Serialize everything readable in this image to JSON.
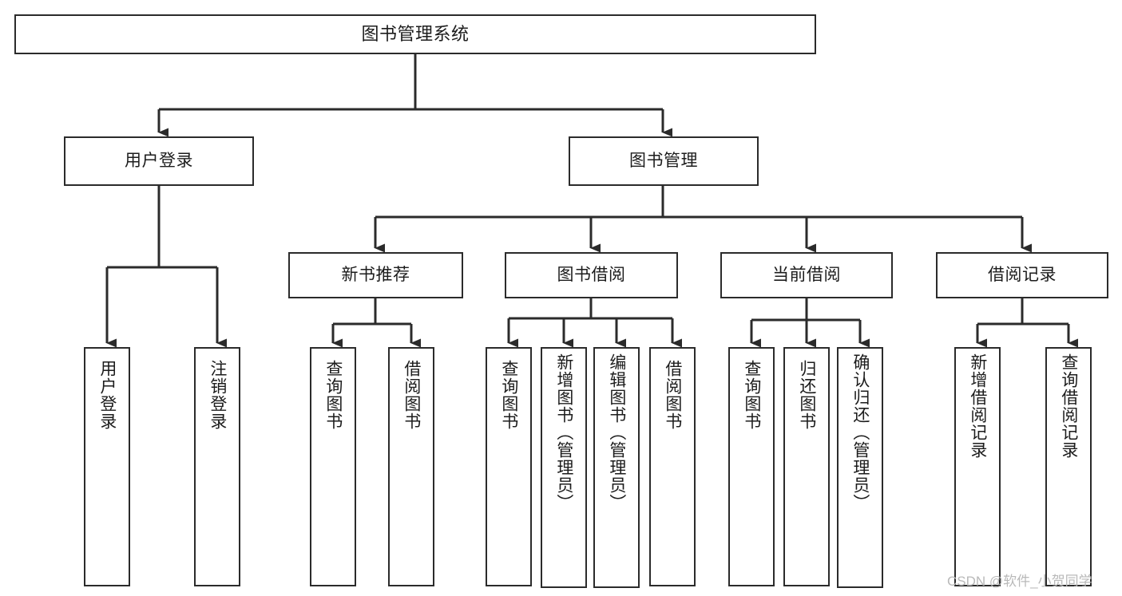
{
  "diagram": {
    "title": "图书管理系统",
    "type": "tree-hierarchy",
    "watermark": "CSDN @软件_小贺同学",
    "colors": {
      "stroke": "#2b2b2b",
      "fill": "#ffffff",
      "text": "#1c1c1c",
      "watermark": "#b9b9b9"
    },
    "nodes": {
      "root": {
        "label": "图书管理系统",
        "level": 1
      },
      "user_login": {
        "label": "用户登录",
        "level": 2
      },
      "book_manage": {
        "label": "图书管理",
        "level": 2
      },
      "new_book_rec": {
        "label": "新书推荐",
        "level": 3
      },
      "book_borrow": {
        "label": "图书借阅",
        "level": 3
      },
      "current_borrow": {
        "label": "当前借阅",
        "level": 3
      },
      "borrow_record": {
        "label": "借阅记录",
        "level": 3
      },
      "leaf_user_login": {
        "label": "用户登录",
        "level": 4
      },
      "leaf_logout": {
        "label": "注销登录",
        "level": 4
      },
      "leaf_query_book_1": {
        "label": "查询图书",
        "level": 4
      },
      "leaf_borrow_book_1": {
        "label": "借阅图书",
        "level": 4
      },
      "leaf_query_book_2": {
        "label": "查询图书",
        "level": 4
      },
      "leaf_add_book_admin": {
        "label": "新增图书（管理员）",
        "level": 4
      },
      "leaf_edit_book_admin": {
        "label": "编辑图书（管理员）",
        "level": 4
      },
      "leaf_borrow_book_2": {
        "label": "借阅图书",
        "level": 4
      },
      "leaf_query_book_3": {
        "label": "查询图书",
        "level": 4
      },
      "leaf_return_book": {
        "label": "归还图书",
        "level": 4
      },
      "leaf_confirm_return_admin": {
        "label": "确认归还（管理员）",
        "level": 4
      },
      "leaf_add_record": {
        "label": "新增借阅记录",
        "level": 4
      },
      "leaf_query_record": {
        "label": "查询借阅记录",
        "level": 4
      }
    },
    "edges": [
      {
        "from": "root",
        "to": "user_login"
      },
      {
        "from": "root",
        "to": "book_manage"
      },
      {
        "from": "book_manage",
        "to": "new_book_rec"
      },
      {
        "from": "book_manage",
        "to": "book_borrow"
      },
      {
        "from": "book_manage",
        "to": "current_borrow"
      },
      {
        "from": "book_manage",
        "to": "borrow_record"
      },
      {
        "from": "user_login",
        "to": "leaf_user_login"
      },
      {
        "from": "user_login",
        "to": "leaf_logout"
      },
      {
        "from": "new_book_rec",
        "to": "leaf_query_book_1"
      },
      {
        "from": "new_book_rec",
        "to": "leaf_borrow_book_1"
      },
      {
        "from": "book_borrow",
        "to": "leaf_query_book_2"
      },
      {
        "from": "book_borrow",
        "to": "leaf_add_book_admin"
      },
      {
        "from": "book_borrow",
        "to": "leaf_edit_book_admin"
      },
      {
        "from": "book_borrow",
        "to": "leaf_borrow_book_2"
      },
      {
        "from": "current_borrow",
        "to": "leaf_query_book_3"
      },
      {
        "from": "current_borrow",
        "to": "leaf_return_book"
      },
      {
        "from": "current_borrow",
        "to": "leaf_confirm_return_admin"
      },
      {
        "from": "borrow_record",
        "to": "leaf_add_record"
      },
      {
        "from": "borrow_record",
        "to": "leaf_query_record"
      }
    ]
  }
}
